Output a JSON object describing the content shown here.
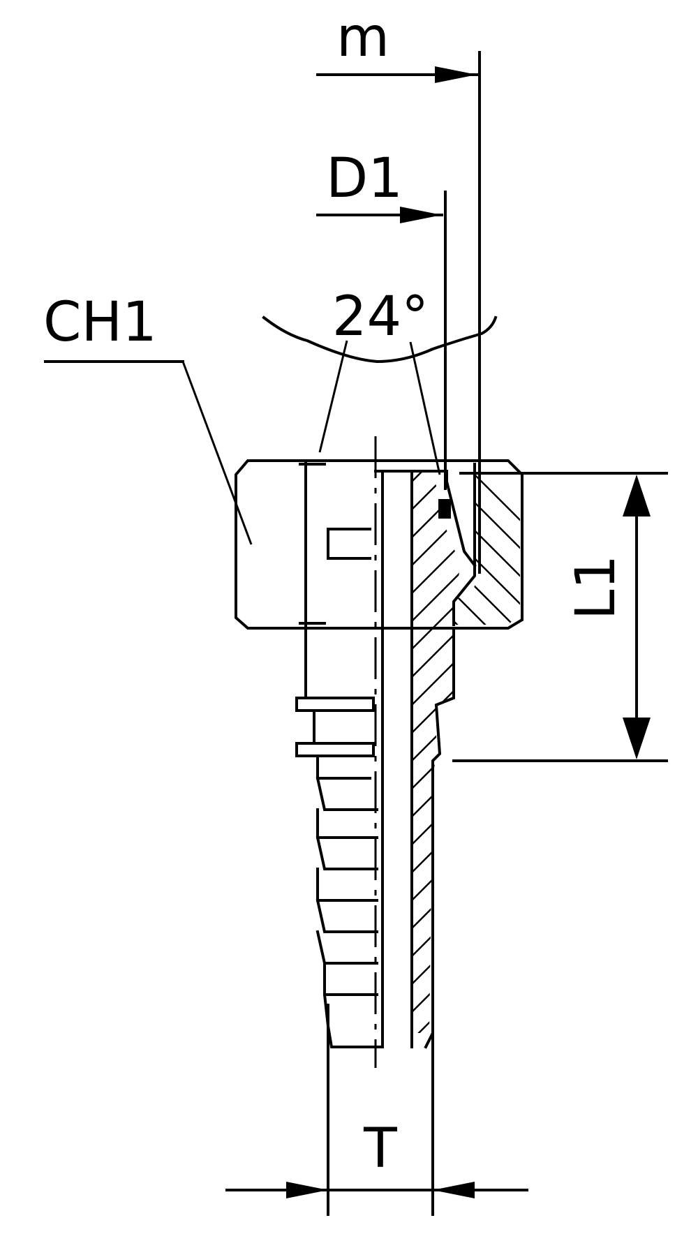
{
  "labels": {
    "m": "m",
    "d1": "D1",
    "ch1": "CH1",
    "angle": "24°",
    "l1": "L1",
    "t": "T"
  },
  "colors": {
    "line": "#000000",
    "background": "#ffffff"
  }
}
